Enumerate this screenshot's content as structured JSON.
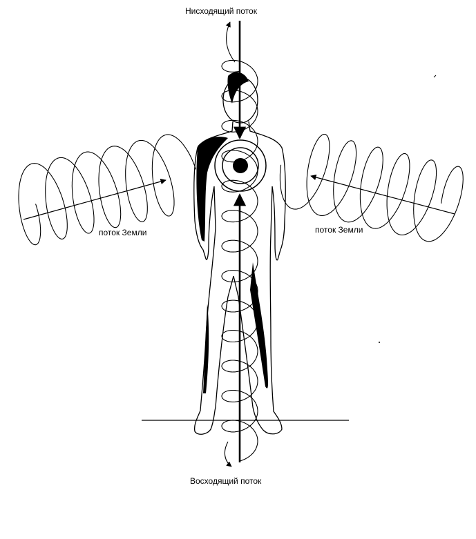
{
  "labels": {
    "descending_flow": "Нисходящий поток",
    "ascending_flow": "Восходящий поток",
    "earth_flow_left": "поток Земли",
    "earth_flow_right": "поток Земли"
  },
  "colors": {
    "ink": "#000000",
    "background": "#ffffff"
  }
}
